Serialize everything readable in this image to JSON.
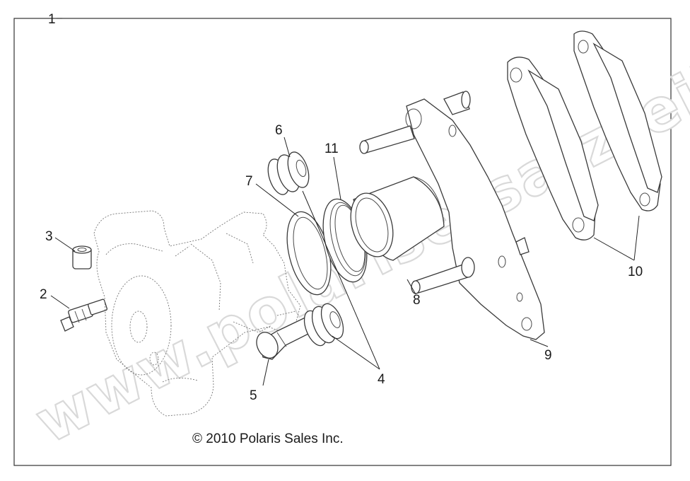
{
  "diagram": {
    "callouts": [
      "1",
      "2",
      "3",
      "4",
      "5",
      "6",
      "7",
      "8",
      "9",
      "10",
      "11"
    ],
    "copyright": "© 2010 Polaris Sales Inc.",
    "watermark": "www.polarisersatzteile.de",
    "colors": {
      "line": "#3a3a3a",
      "watermark_outline": "#d9d9d9",
      "background": "#ffffff"
    }
  }
}
